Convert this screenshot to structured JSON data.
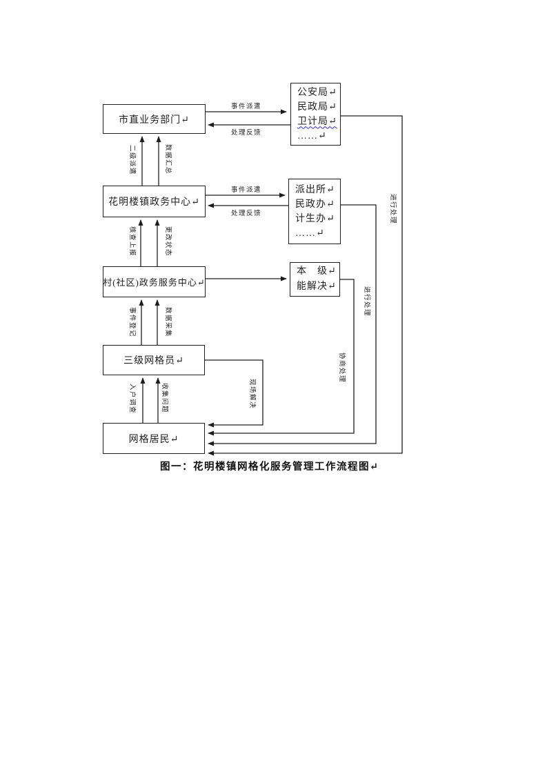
{
  "figure": {
    "caption": "图一：花明楼镇网格化服务管理工作流程图↵"
  },
  "boxes": {
    "city_departments": {
      "lines": [
        "市直业务部门↵"
      ]
    },
    "city_bureaus": {
      "lines": [
        "公安局↵",
        "民政局↵",
        "卫计局↵",
        "……↵"
      ]
    },
    "town_center": {
      "lines": [
        "花明楼镇政务中心↵"
      ]
    },
    "town_offices": {
      "lines": [
        "派出所↵",
        "民政办↵",
        "计生办↵",
        "……↵"
      ]
    },
    "village_center": {
      "lines": [
        "村(社区)政务服务中心↵"
      ]
    },
    "solve_local": {
      "lines": [
        "本　级↵",
        "能解决↵"
      ]
    },
    "grid_workers": {
      "lines": [
        "三级网格员↵"
      ]
    },
    "grid_residents": {
      "lines": [
        "网格居民↵"
      ]
    }
  },
  "edge_labels": {
    "event_dispatch_top": "事件派遣",
    "handle_feedback_top": "处理反馈",
    "event_dispatch_mid": "事件派遣",
    "handle_feedback_mid": "处理反馈",
    "second_level_dispatch": "二级派遣",
    "data_summary": "数据汇总",
    "verify_report": "核查上报",
    "update_status": "更改状态",
    "event_register": "事件登记",
    "data_collect": "数据采集",
    "household_survey": "入户调查",
    "collect_issues": "收集问题",
    "onsite_resolve": "现场解决",
    "negotiate_handle": "协商处理",
    "proceed_handle_offices": "进行处理",
    "proceed_handle_bureaus": "进行处理"
  },
  "colors": {
    "line": "#1d1d1d",
    "text": "#1f1f1f",
    "squiggle_underline": "#2b2bd0",
    "background": "#ffffff"
  }
}
